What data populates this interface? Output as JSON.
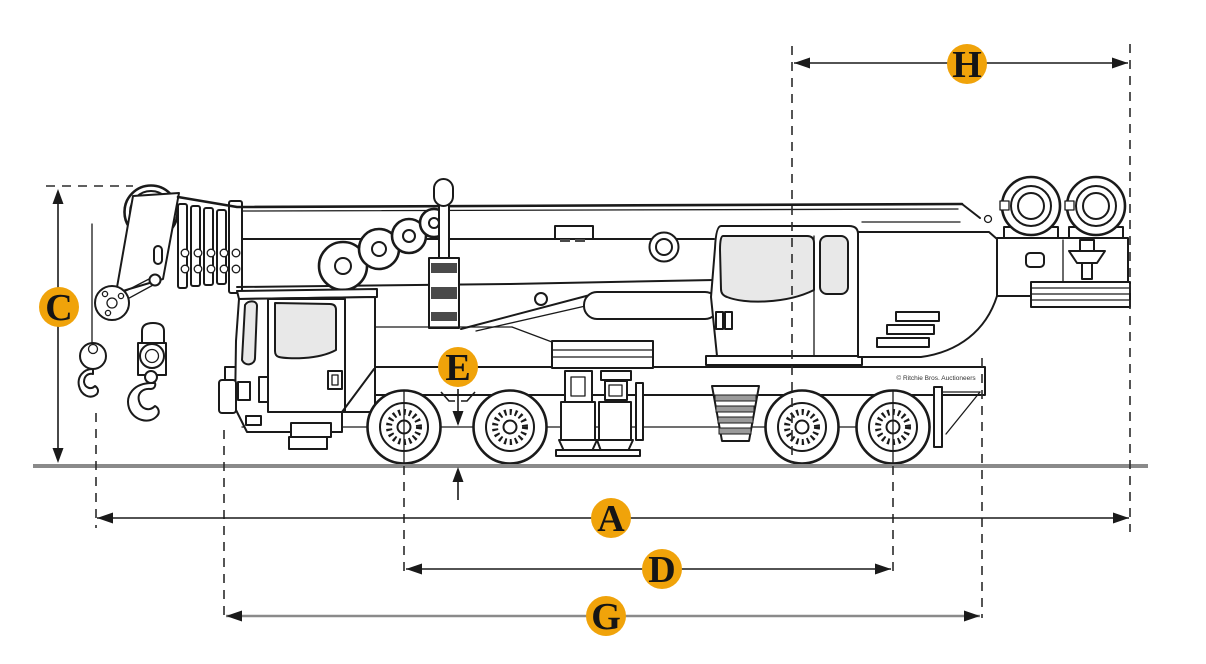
{
  "badges": {
    "a": "A",
    "c": "C",
    "d": "D",
    "e": "E",
    "g": "G",
    "h": "H"
  },
  "copyright": "© Ritchie Bros. Auctioneers",
  "colors": {
    "badge": "#F0A30A",
    "badge_text": "#151515",
    "line": "#1A1A1A",
    "ground": "#8A8A8A",
    "window": "#E8E8E8",
    "dashed": "#2B2B2B"
  }
}
